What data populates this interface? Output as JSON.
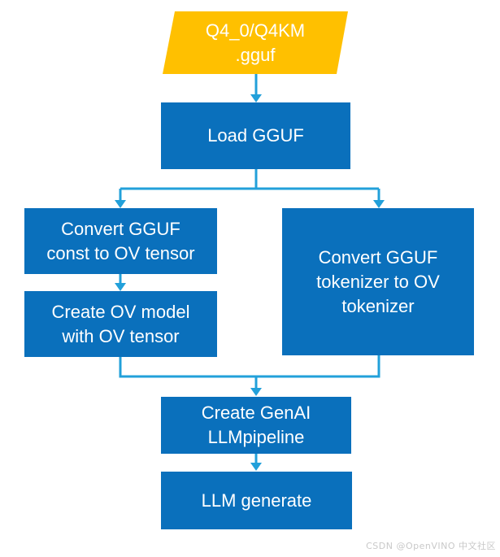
{
  "colors": {
    "background": "#FFFFFF",
    "node_fill_blue": "#0A70BC",
    "node_fill_yellow": "#FFC000",
    "node_text": "#FFFFFF",
    "connector": "#22A0DA",
    "watermark_text": "#C9C9C9"
  },
  "diagram": {
    "type": "flowchart",
    "nodes": [
      {
        "id": "gguf-file",
        "shape": "parallelogram",
        "fill": "#FFC000",
        "label": "Q4_0/Q4KM\n.gguf"
      },
      {
        "id": "load-gguf",
        "shape": "rectangle",
        "fill": "#0A70BC",
        "label": "Load GGUF"
      },
      {
        "id": "convert-gguf-const",
        "shape": "rectangle",
        "fill": "#0A70BC",
        "label": "Convert GGUF\nconst to OV tensor"
      },
      {
        "id": "create-ov-model",
        "shape": "rectangle",
        "fill": "#0A70BC",
        "label": "Create OV model\nwith OV tensor"
      },
      {
        "id": "convert-gguf-tokenizer",
        "shape": "rectangle",
        "fill": "#0A70BC",
        "label": "Convert GGUF\ntokenizer to OV\ntokenizer"
      },
      {
        "id": "create-genai-pipeline",
        "shape": "rectangle",
        "fill": "#0A70BC",
        "label": "Create GenAI\nLLMpipeline"
      },
      {
        "id": "llm-generate",
        "shape": "rectangle",
        "fill": "#0A70BC",
        "label": "LLM generate"
      }
    ],
    "edges": [
      {
        "from": "gguf-file",
        "to": "load-gguf"
      },
      {
        "from": "load-gguf",
        "to": "convert-gguf-const"
      },
      {
        "from": "load-gguf",
        "to": "convert-gguf-tokenizer"
      },
      {
        "from": "convert-gguf-const",
        "to": "create-ov-model"
      },
      {
        "from": "create-ov-model",
        "to": "create-genai-pipeline"
      },
      {
        "from": "convert-gguf-tokenizer",
        "to": "create-genai-pipeline"
      },
      {
        "from": "create-genai-pipeline",
        "to": "llm-generate"
      }
    ]
  },
  "watermark": {
    "text": "CSDN @OpenVINO 中文社区"
  }
}
